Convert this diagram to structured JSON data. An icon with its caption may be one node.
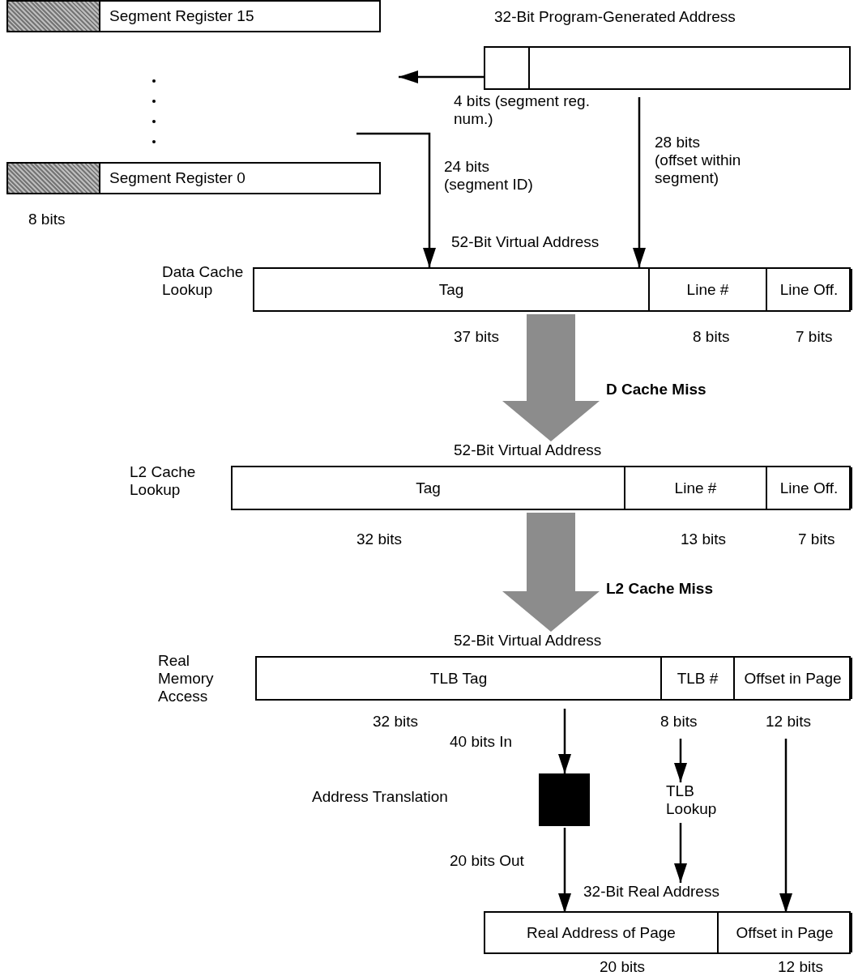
{
  "diagram": {
    "nodes": [
      {
        "text": [
          "Segment Register 15"
        ]
      },
      {
        "text": [
          "Segment Register 0"
        ]
      },
      {
        "text": [
          "32-Bit Program-Generated Address"
        ]
      },
      {
        "text": [
          "52-Bit Virtual Address"
        ],
        "beside": [
          "Data Cache Lookup"
        ]
      },
      {
        "text": [
          "Tag"
        ],
        "in": 3,
        "beside": [
          "37 bits"
        ]
      },
      {
        "text": [
          "Line #"
        ],
        "in": 3,
        "beside": [
          "8 bits"
        ]
      },
      {
        "text": [
          "Line Off."
        ],
        "in": 3,
        "beside": [
          "7 bits"
        ]
      },
      {
        "text": [
          "52-Bit Virtual Address"
        ],
        "beside": [
          "L2 Cache Lookup"
        ]
      },
      {
        "text": [
          "Tag"
        ],
        "in": 7,
        "beside": [
          "32 bits"
        ]
      },
      {
        "text": [
          "Line #"
        ],
        "in": 7,
        "beside": [
          "13 bits"
        ]
      },
      {
        "text": [
          "Line Off."
        ],
        "in": 7,
        "beside": [
          "7 bits"
        ]
      },
      {
        "text": [
          "52-Bit Virtual Address"
        ],
        "beside": [
          "Real Memory Access"
        ]
      },
      {
        "text": [
          "TLB Tag"
        ],
        "in": 11,
        "beside": [
          "32 bits"
        ]
      },
      {
        "text": [
          "TLB #"
        ],
        "in": 11,
        "beside": [
          "8 bits"
        ]
      },
      {
        "text": [
          "Offset in Page"
        ],
        "in": 11,
        "beside": [
          "12 bits"
        ]
      },
      {
        "text": [],
        "shape": "box"
      },
      {
        "text": [
          "TLB Lookup"
        ]
      },
      {
        "text": [
          "32-Bit Real Address"
        ]
      },
      {
        "text": [
          "Real Address of Page"
        ],
        "in": 17,
        "beside": [
          "20 bits"
        ]
      },
      {
        "text": [
          "Offset in Page"
        ],
        "in": 17,
        "beside": [
          "12 bits"
        ]
      }
    ],
    "edges": [
      {
        "from": 2,
        "to": null,
        "arrow": "to",
        "label": "4 bits (segment reg. num.)"
      },
      {
        "from": null,
        "to": 3,
        "arrow": "to",
        "label": "24 bits (segment ID)"
      },
      {
        "from": 2,
        "to": 3,
        "arrow": "to",
        "label": "28 bits (offset within segment)"
      },
      {
        "from": 3,
        "to": 7,
        "arrow": "to",
        "label": "D Cache Miss",
        "style": "thick",
        "color": "#8c8c8c"
      },
      {
        "from": 7,
        "to": 11,
        "arrow": "to",
        "label": "L2 Cache Miss",
        "style": "thick",
        "color": "#8c8c8c"
      },
      {
        "from": 12,
        "to": 15,
        "arrow": "to",
        "label": "40 bits In"
      },
      {
        "from": 13,
        "to": 16,
        "arrow": "to"
      },
      {
        "from": 15,
        "to": 18,
        "arrow": "to",
        "label": "20 bits Out"
      },
      {
        "from": 16,
        "to": 17,
        "arrow": "to"
      },
      {
        "from": 14,
        "to": 19,
        "arrow": "to"
      }
    ],
    "labels": [
      "8 bits",
      "Address Translation"
    ]
  }
}
